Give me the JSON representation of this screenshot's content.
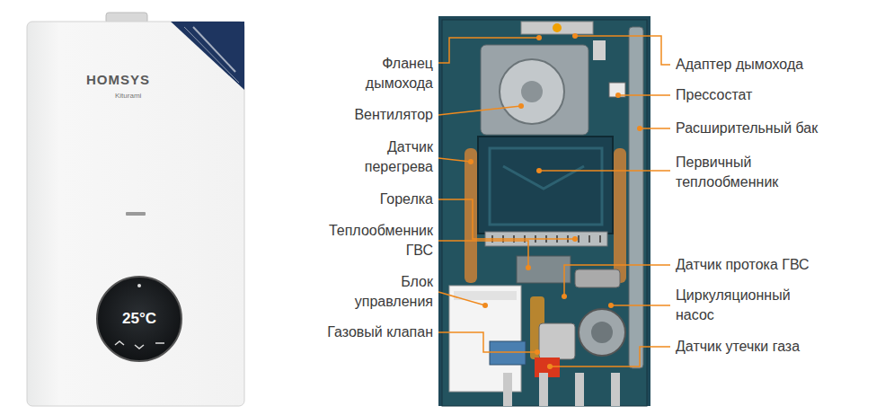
{
  "diagram": {
    "labels": [
      "Фланец дымохода",
      "Вентилятор",
      "Датчик перегрева",
      "Горелка",
      "Теплообменник ГВС",
      "Блок управления",
      "Газовый клапан",
      "Адаптер дымохода",
      "Прессостат",
      "Расширительный бак",
      "Первичный теплообменник",
      "Датчик протока ГВС",
      "Циркуляционный насос",
      "Датчик утечки газа",
      "HOMSYS",
      "Kiturami",
      "25°C"
    ]
  }
}
